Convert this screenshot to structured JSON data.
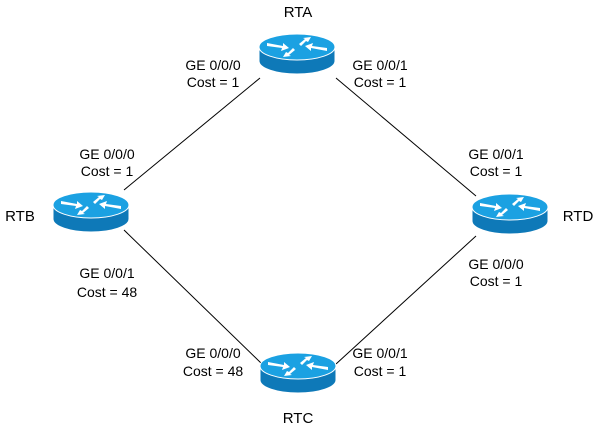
{
  "colors": {
    "router_top": "#1ba1e2",
    "router_side": "#0e79b8",
    "router_outline": "#ffffff",
    "link": "#000000",
    "text": "#000000",
    "background": "#ffffff"
  },
  "icon": "router-icon",
  "routers": {
    "rta": {
      "name": "RTA"
    },
    "rtb": {
      "name": "RTB"
    },
    "rtc": {
      "name": "RTC"
    },
    "rtd": {
      "name": "RTD"
    }
  },
  "links": [
    {
      "from": "RTA",
      "to": "RTB"
    },
    {
      "from": "RTA",
      "to": "RTD"
    },
    {
      "from": "RTB",
      "to": "RTC"
    },
    {
      "from": "RTD",
      "to": "RTC"
    }
  ],
  "interfaces": {
    "rta_ge000": {
      "port": "GE 0/0/0",
      "cost": "Cost = 1"
    },
    "rta_ge001": {
      "port": "GE 0/0/1",
      "cost": "Cost = 1"
    },
    "rtb_ge000": {
      "port": "GE 0/0/0",
      "cost": "Cost = 1"
    },
    "rtb_ge001": {
      "port": "GE 0/0/1",
      "cost": "Cost = 48"
    },
    "rtd_ge001": {
      "port": "GE 0/0/1",
      "cost": "Cost = 1"
    },
    "rtd_ge000": {
      "port": "GE 0/0/0",
      "cost": "Cost = 1"
    },
    "rtc_ge000": {
      "port": "GE 0/0/0",
      "cost": "Cost = 48"
    },
    "rtc_ge001": {
      "port": "GE 0/0/1",
      "cost": "Cost = 1"
    }
  }
}
